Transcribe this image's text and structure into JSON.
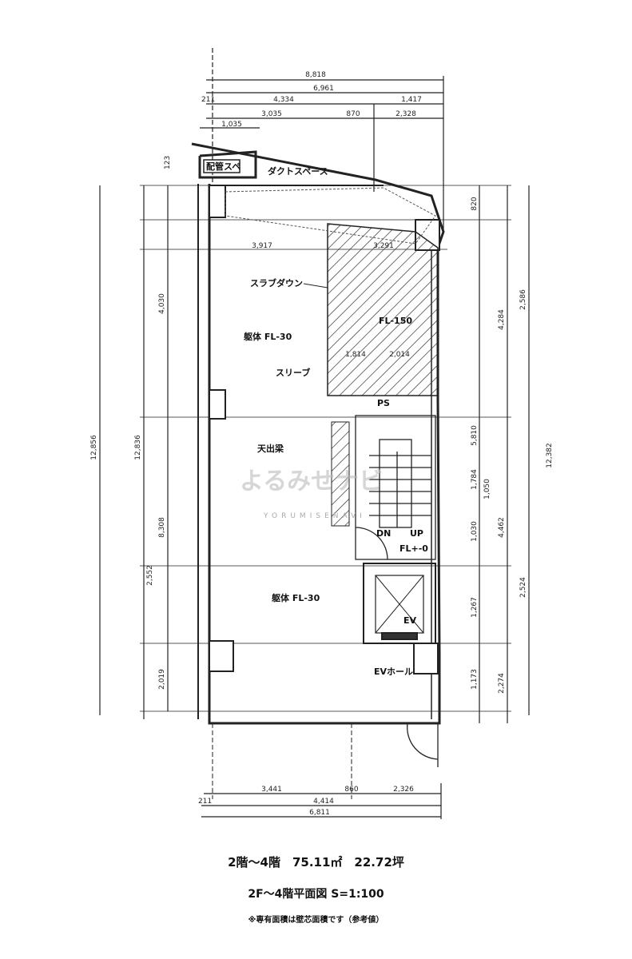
{
  "plan": {
    "dims_top": [
      "8,818",
      "6,961",
      "4,334",
      "1,417",
      "3,035",
      "870",
      "2,328",
      "1,035",
      "211",
      "123"
    ],
    "dims_bottom": [
      "3,441",
      "860",
      "2,326",
      "4,414",
      "6,811",
      "211"
    ],
    "dims_left": [
      "12,856",
      "12,836",
      "4,030",
      "2,552",
      "8,308",
      "2,019"
    ],
    "dims_right": [
      "2,586",
      "4,284",
      "12,382",
      "5,810",
      "1,784",
      "1,050",
      "1,030",
      "4,462",
      "2,524",
      "1,267",
      "1,173",
      "2,274",
      "820"
    ],
    "dims_inner": [
      "3,917",
      "3,291",
      "2,014",
      "1,814"
    ],
    "rooms": {
      "pipe_space": "配管スペ",
      "duct_space": "ダクトスペース",
      "slab_down": "スラブダウン",
      "hatched_area": "FL-150",
      "office_upper": "躯体 FL-30",
      "sleeve": "スリーブ",
      "office_middle": "天出梁",
      "office_lower": "躯体 FL-30",
      "stair_up": "UP",
      "stair_down": "DN",
      "stair_level": "FL+-0",
      "elevator": "EV",
      "ev_hall": "EVホール",
      "door_mark": "PS"
    },
    "watermark": {
      "main": "よるみせナビ",
      "sub": "YORUMISENAVI"
    }
  },
  "caption": {
    "area_line": "2階～4階　75.11㎡　22.72坪",
    "title": "2F～4階平面図 S=1:100",
    "note": "※専有面積は壁芯面積です（参考値）"
  }
}
